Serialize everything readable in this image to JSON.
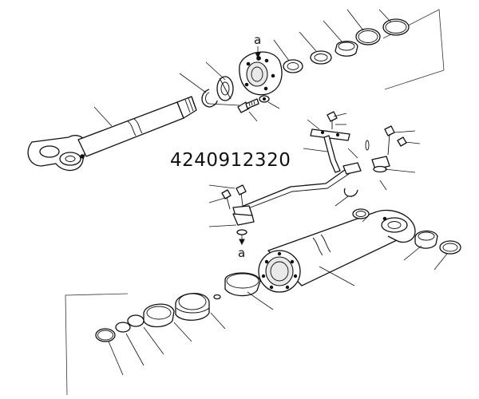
{
  "diagram": {
    "part_number": "4240912320",
    "reference_label_top": "a",
    "reference_label_mid": "a"
  },
  "colors": {
    "line": "#111111",
    "background": "#ffffff"
  }
}
